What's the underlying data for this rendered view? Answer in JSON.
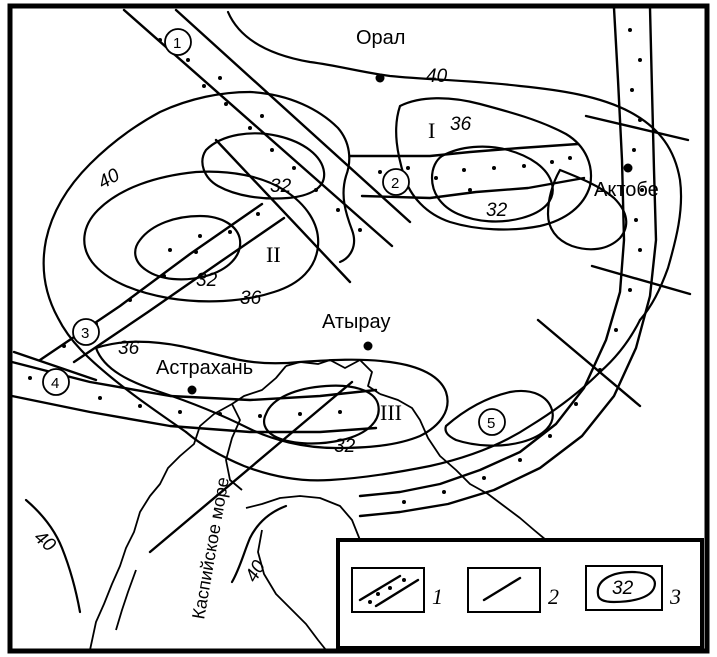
{
  "map": {
    "cities": [
      {
        "id": "oral",
        "name": "Орал"
      },
      {
        "id": "aktobe",
        "name": "Актобе"
      },
      {
        "id": "atyrau",
        "name": "Атырау"
      },
      {
        "id": "astrakhan",
        "name": "Астрахань"
      }
    ],
    "sea_label": "Каспийское море",
    "regions": [
      "I",
      "II",
      "III"
    ],
    "zones": [
      "1",
      "2",
      "3",
      "4",
      "5"
    ],
    "isolines": {
      "v40_top": "40",
      "v40_left": "40",
      "v40_sw": "40",
      "v40_s": "40",
      "v36_I": "36",
      "v36_II": "36",
      "v36_III": "36",
      "v32_I": "32",
      "v32_N": "32",
      "v32_II": "32",
      "v32_III": "32"
    }
  },
  "legend": {
    "items": [
      {
        "num": "1"
      },
      {
        "num": "2"
      },
      {
        "num": "3",
        "sample": "32"
      }
    ]
  }
}
